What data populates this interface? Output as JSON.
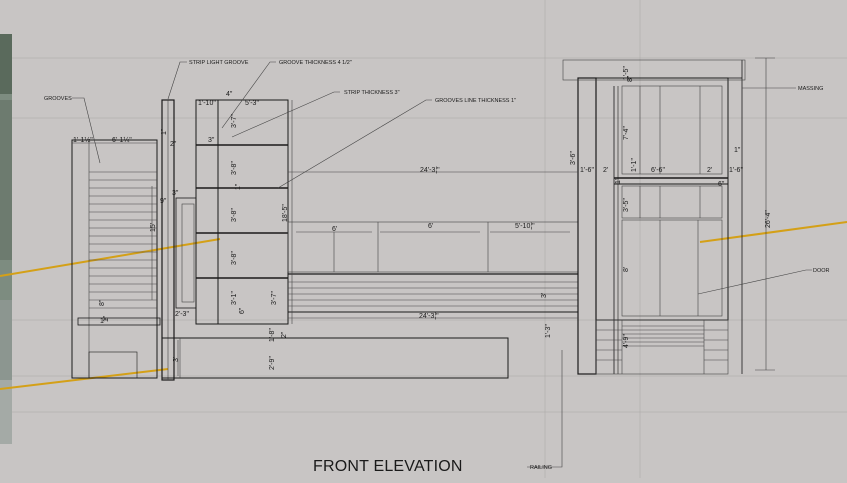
{
  "title": "FRONT ELEVATION",
  "colors": {
    "background": "#c8c5c4",
    "linework": "#1a1a1a",
    "section_line": "#d4a017",
    "photo_strip": "#8a9a8a"
  },
  "labels": {
    "grooves": "GROOVES",
    "strip_light_groove": "STRIP LIGHT GROOVE",
    "groove_thickness": "GROOVE THICKNESS 4 1/2\"",
    "strip_thickness": "STRIP THICKNESS 3\"",
    "grooves_line_thickness": "GROOVES LINE THICKNESS 1\"",
    "massing": "MASSING",
    "door": "DOOR",
    "railing": "RAILING"
  },
  "dims": {
    "d_1_1": "1'-1½\"",
    "d_6_1": "6'-1¼\"",
    "d_1_10": "1'-10\"",
    "d_5_3": "5'-3\"",
    "d_4": "4\"",
    "d_3_a": "3\"",
    "d_3_7": "3'-7\"",
    "d_2_a": "2\"",
    "d_24_3_top": "24'-3¦\"",
    "d_3_8a": "3'-8\"",
    "d_1_a": "1\"",
    "d_3_b": "3\"",
    "d_9": "9\"",
    "d_3_8b": "3'-8\"",
    "d_18_6": "18'-5\"",
    "d_15": "15'",
    "d_3_8c": "3'-8\"",
    "d_6a": "6'",
    "d_6b": "6'",
    "d_5_10": "5'-10¦\"",
    "d_1_b": "1\"",
    "d_3_1": "3'-1\"",
    "d_3_7b": "3'-7\"",
    "d_6in": "6\"",
    "d_2_3": "2'-3\"",
    "d_1_c": "1\"",
    "d_24_3_bot": "24'-3¦\"",
    "d_3_c": "3'",
    "d_1_3": "1'-3\"",
    "d_2_9": "2'-9\"",
    "d_1_8": "1'-8\"",
    "d_2_b": "2\"",
    "d_3_d": "3'",
    "d_1_5": "1'-5\"",
    "d_1_9": "1'-9\"",
    "d_8": "8\"",
    "d_3_6": "3'-6\"",
    "d_1_6a": "1'-6\"",
    "d_2_c": "2'",
    "d_6_6": "6'-6\"",
    "d_2_d": "2'",
    "d_1_6b": "1'-6\"",
    "d_7_4": "7'-4\"",
    "d_1_d": "1\"",
    "d_1_e": "1'-1\"",
    "d_6_c": "6\"",
    "d_3_5": "3'-5\"",
    "d_8ft": "8'",
    "d_26_4": "26'-4\"",
    "d_4_9": "4'-9\"",
    "d_1_f": "1\"",
    "d_8_small": "8\"",
    "d_1_g": "1\""
  }
}
